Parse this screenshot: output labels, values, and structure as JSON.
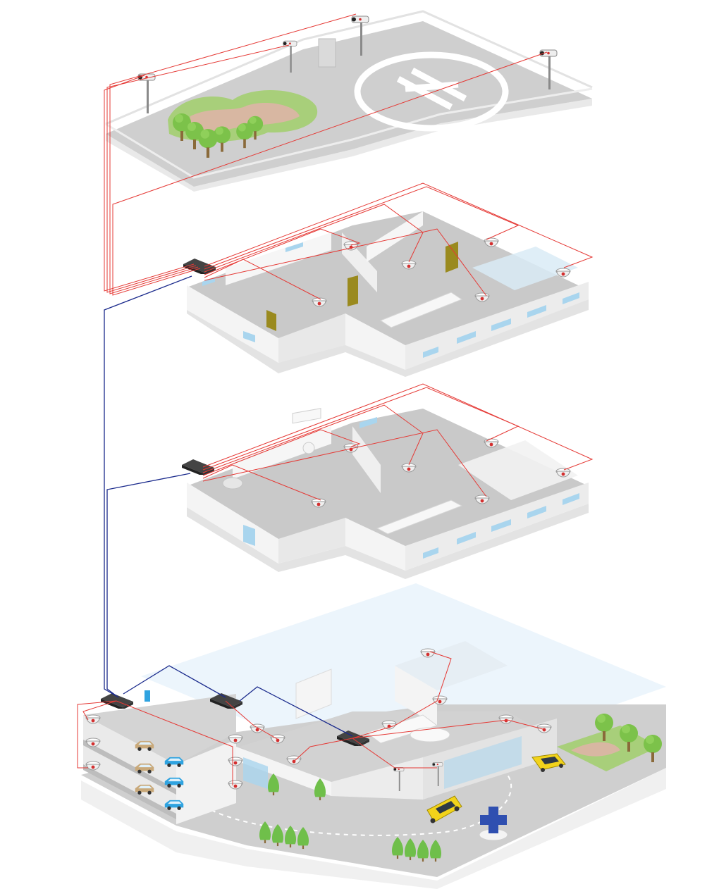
{
  "diagram": {
    "colors": {
      "background": "#ffffff",
      "floor": "#c9c9c9",
      "floor_light": "#dedede",
      "wall": "#f7f7f7",
      "wall_shade": "#e6e6e6",
      "window": "#a9d5ee",
      "poe_cable": "#e53935",
      "uplink_cable": "#1a2a8c",
      "switch": "#3a3a3a",
      "grass": "#a8cf7a",
      "tree": "#6fbf4a",
      "door": "#9a8a1e",
      "sky_tint": "#e6f2fb",
      "ambulance": "#f2d31b",
      "cross": "#2f4fb0",
      "car_blue": "#2fa3e0",
      "car_tan": "#c9a97a"
    },
    "icons": [
      "bullet-camera-icon",
      "dome-camera-icon",
      "network-switch-icon",
      "helipad-icon",
      "ambulance-icon",
      "medical-cross-icon",
      "tree-icon",
      "car-icon"
    ],
    "levels": [
      {
        "id": "rooftop",
        "features": [
          "helipad-icon",
          "garden",
          "bullet-camera-icon"
        ]
      },
      {
        "id": "office-floor",
        "features": [
          "network-switch-icon",
          "dome-camera-icon",
          "doors"
        ]
      },
      {
        "id": "ward-floor",
        "features": [
          "network-switch-icon",
          "dome-camera-icon",
          "operating-room"
        ]
      },
      {
        "id": "ground-floor",
        "features": [
          "parking-garage",
          "lobby",
          "network-switch-icon",
          "dome-camera-icon",
          "ambulance-icon",
          "medical-cross-icon"
        ]
      }
    ]
  }
}
